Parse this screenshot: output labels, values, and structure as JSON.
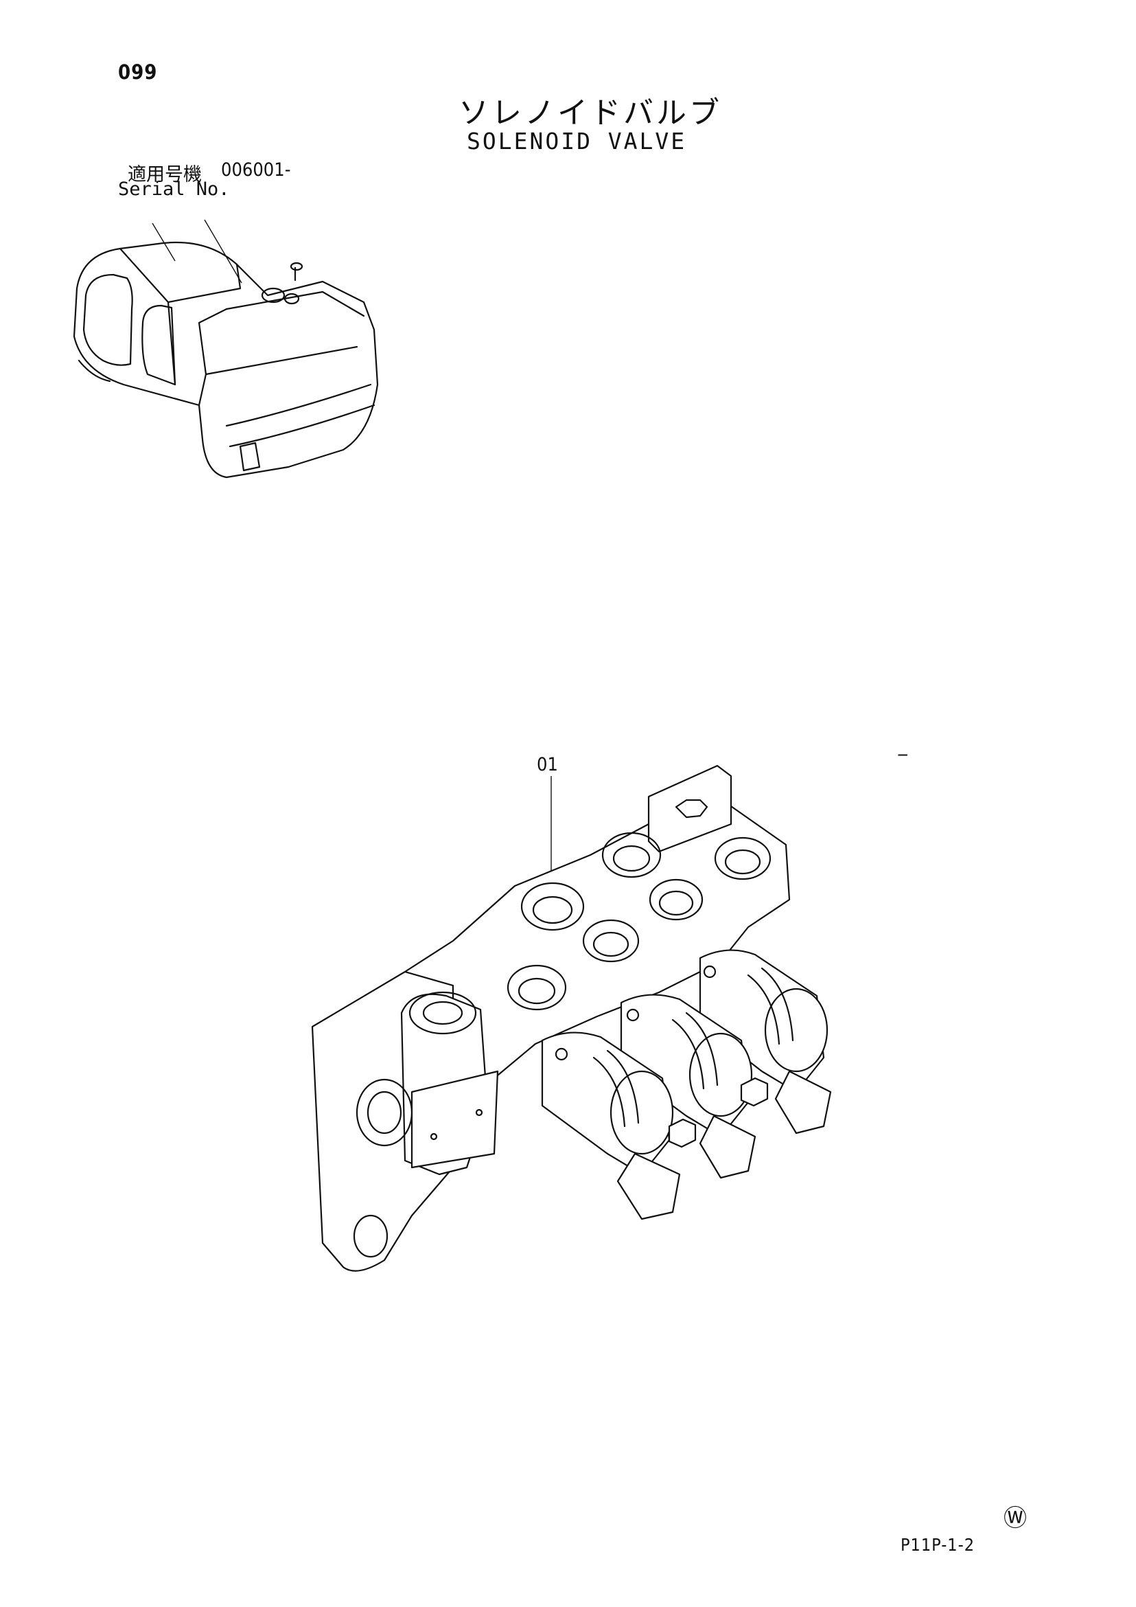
{
  "page": {
    "number": "099",
    "title_jp": "ソレノイドバルブ",
    "title_en": "SOLENOID VALVE"
  },
  "serial": {
    "label_jp": "適用号機",
    "range": "006001-",
    "label_en": "Serial No."
  },
  "callout": {
    "part_number": "01"
  },
  "marks": {
    "dash": "−",
    "circled": "Ⓦ"
  },
  "footer": {
    "code": "P11P-1-2"
  }
}
